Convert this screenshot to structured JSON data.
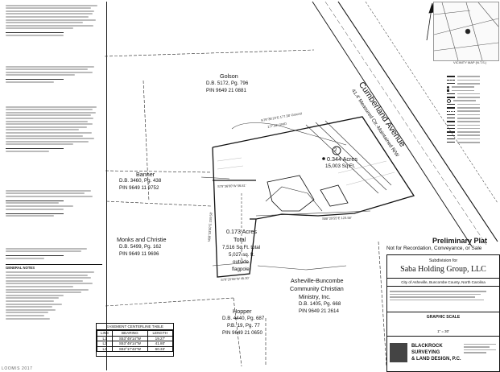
{
  "owners": {
    "golson": {
      "name": "Golson",
      "deed": "D.B. 5172, Pg. 796",
      "pin": "PIN 9649 21 0881"
    },
    "banner": {
      "name": "Banner",
      "deed": "D.B. 3460, Pg. 438",
      "pin": "PIN 9649 11 9752"
    },
    "monks": {
      "name": "Monks and Christie",
      "deed": "D.B. 5499, Pg. 162",
      "pin": "PIN 9649 11 9696"
    },
    "hopper": {
      "name": "Hopper",
      "deed": "D.B. 4440, Pg. 687",
      "plat": "P.B. 19, Pg. 77",
      "pin": "PIN 9649 21 0650"
    },
    "church": {
      "line1": "Asheville-Buncombe",
      "line2": "Community Christian",
      "line3": "Ministry, Inc.",
      "deed": "D.B. 1405, Pg. 668",
      "pin": "PIN 9649 21 2614"
    }
  },
  "street": {
    "name": "Cumberland Avenue",
    "row": "41.4' Measured Ctr.-Maintained R/W"
  },
  "tract1": {
    "acres": "0.173 Acres",
    "total": "Total",
    "sqft_total": "7,516 Sq.Ft. total",
    "sqft_outside": "5,027 sq. ft.",
    "outside": "outside",
    "flagpole": "flagpole"
  },
  "tract2": {
    "number": "2",
    "acres": "0.344 Acres",
    "sqft": "15,003 Sq.Ft."
  },
  "bearings": {
    "north_line": "N79°36'13\"E 177.38' Ground",
    "north_grid": "177.33' GRID",
    "west_top": "S79°36'00\"W 56.81'",
    "south": "S79°20'55\"W 45.30'",
    "west_stem": "N08°33'00\"E 159.58'",
    "mid": "S88°29'55\"E 123.58'"
  },
  "preliminary": {
    "title": "Preliminary Plat",
    "sub": "Not for Recordation, Conveyance, or Sale"
  },
  "titleblock": {
    "subdivision": "Subdivision for",
    "client": "Saba Holding Group, LLC",
    "location": "City of Asheville, Buncombe County, North Carolina",
    "graphic_scale": "GRAPHIC SCALE",
    "scale_text": "1\" = 30'",
    "company1": "BLACKROCK",
    "company2": "SURVEYING",
    "company3": "& LAND DESIGN, P.C."
  },
  "easement_table": {
    "caption": "EASEMENT CENTERLINE TABLE",
    "headers": [
      "LINE",
      "BEARING",
      "LENGTH"
    ],
    "rows": [
      [
        "L1",
        "S53°49'14\"W",
        "19.27'"
      ],
      [
        "L2",
        "S53°49'14\"W",
        "41.80'"
      ],
      [
        "L3",
        "S62°17'43\"W",
        "60.33'"
      ]
    ]
  },
  "vicinity": {
    "label": "VICINITY MAP (N.T.S.)"
  },
  "notes": {
    "general": "GENERAL NOTES"
  },
  "footer": {
    "tag": "LOOMIS 2017"
  }
}
